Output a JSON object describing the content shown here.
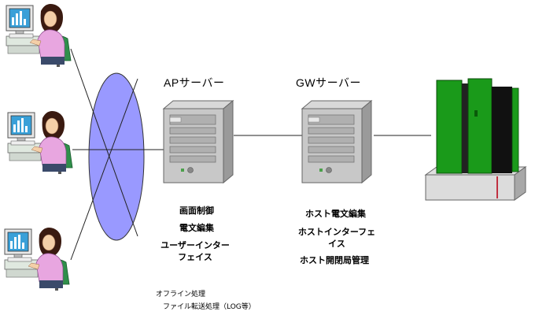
{
  "ap_server": {
    "title": "APサーバー",
    "functions": [
      "画面制御",
      "電文編集",
      "ユーザーインター",
      "フェイス"
    ]
  },
  "gw_server": {
    "title": "GWサーバー",
    "functions": [
      "ホスト電文編集",
      "ホストインターフェ",
      "イス",
      "ホスト開閉局管理"
    ]
  },
  "notes": [
    "オフライン処理",
    "ファイル転送処理（LOG等）"
  ],
  "colors": {
    "network_ellipse": "#9999ff",
    "mainframe_green": "#1a9a1a",
    "shirt": "#e8a6e0",
    "monitor_screen": "#3aa0d8",
    "server_gray": "#c8c8c8"
  }
}
